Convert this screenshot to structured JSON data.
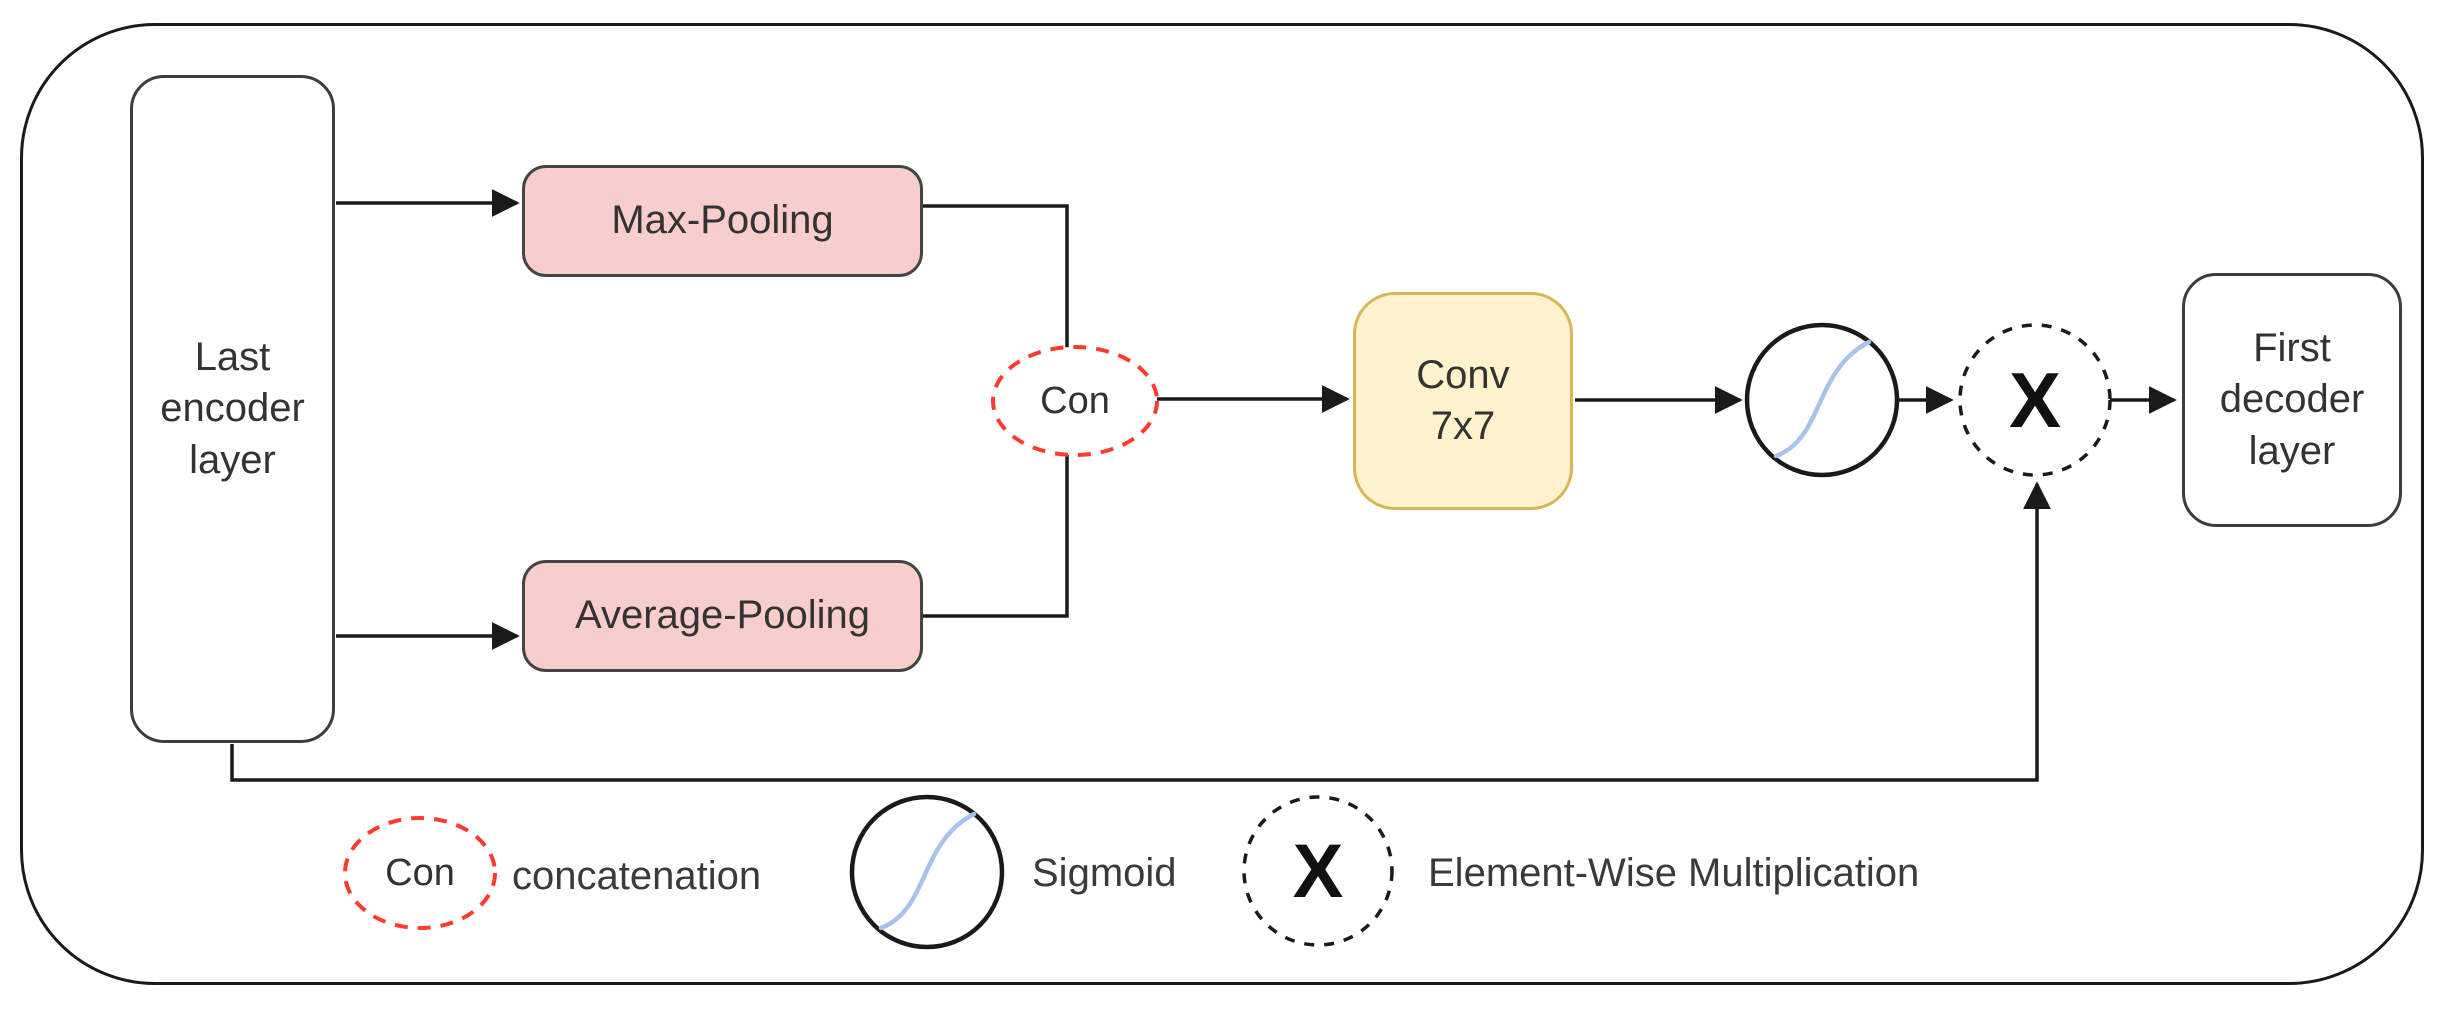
{
  "diagram": {
    "nodes": {
      "last_encoder": {
        "label": "Last\nencoder\nlayer"
      },
      "max_pooling": {
        "label": "Max-Pooling"
      },
      "average_pooling": {
        "label": "Average-Pooling"
      },
      "con": {
        "label": "Con"
      },
      "conv": {
        "label": "Conv\n7x7"
      },
      "multiply": {
        "label": "X"
      },
      "first_decoder": {
        "label": "First\ndecoder\nlayer"
      }
    },
    "legend": {
      "items": [
        {
          "symbol": "con-dashed-ellipse",
          "symbol_label": "Con",
          "label": "concatenation"
        },
        {
          "symbol": "sigmoid-curve-circle",
          "symbol_label": "",
          "label": "Sigmoid"
        },
        {
          "symbol": "multiply-dashed-circle",
          "symbol_label": "X",
          "label": "Element-Wise Multiplication"
        }
      ]
    },
    "colors": {
      "pooling_fill": "#f8cecc",
      "pooling_border": "#444444",
      "conv_fill": "#fff2cc",
      "conv_border": "#d6b656",
      "dashed_red": "#ff3b30",
      "sigmoid_curve_blue": "#a9c2eb",
      "line_black": "#1a1a1a"
    }
  }
}
